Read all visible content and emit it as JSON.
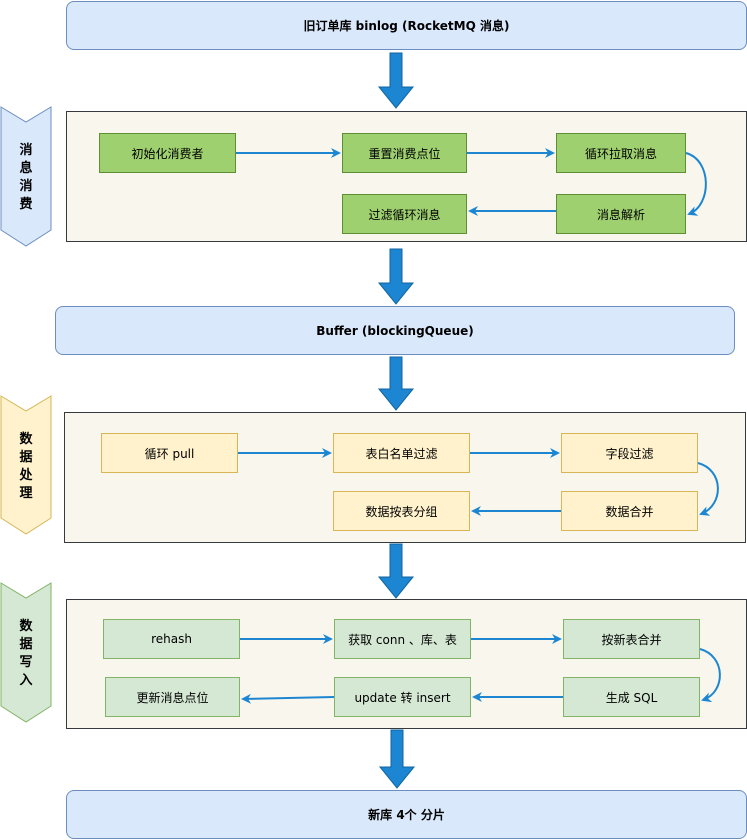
{
  "top_banner": "旧订单库 binlog (RocketMQ 消息)",
  "buffer_banner": "Buffer  (blockingQueue)",
  "bottom_banner": "新库 4个 分片",
  "sections": {
    "consume": {
      "label": "消息消费",
      "nodes": {
        "init": "初始化消费者",
        "reset": "重置消费点位",
        "pull": "循环拉取消息",
        "parse": "消息解析",
        "filter": "过滤循环消息"
      }
    },
    "process": {
      "label": "数据处理",
      "nodes": {
        "loop_pull": "循环 pull",
        "whitelist": "表白名单过滤",
        "field_filter": "字段过滤",
        "merge": "数据合并",
        "group": "数据按表分组"
      }
    },
    "write": {
      "label": "数据写入",
      "nodes": {
        "rehash": "rehash",
        "get_conn": "获取 conn 、库、表",
        "merge_new": "按新表合并",
        "gen_sql": "生成 SQL",
        "update_insert": "update 转 insert",
        "update_offset": "更新消息点位"
      }
    }
  },
  "colors": {
    "arrow": "#1c86d2",
    "banner_fill": "#dae8fc",
    "consume_node": "#9ed06f",
    "process_node": "#fff2cc",
    "write_node": "#d5e8d4"
  }
}
